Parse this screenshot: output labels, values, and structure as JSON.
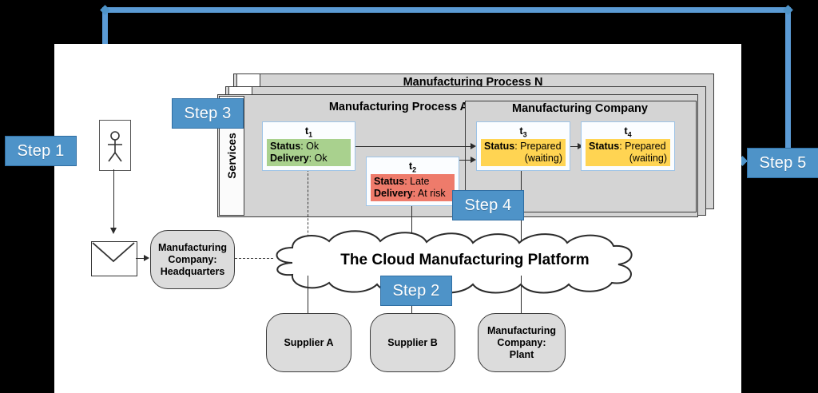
{
  "diagram": {
    "title": "Cloud Manufacturing Platform process flow",
    "colors": {
      "badge_blue": "#4e93c8",
      "badge_border": "#2f6ea3",
      "status_ok_green": "#a9d18e",
      "status_late_red": "#ee7b6b",
      "status_waiting_yellow": "#ffd452",
      "process_gray": "#d4d4d4",
      "node_gray": "#dcdcdc",
      "task_border_blue": "#9dc3e6",
      "loop_blue": "#5b9bd5"
    }
  },
  "steps": [
    {
      "id": "step1",
      "label": "Step 1"
    },
    {
      "id": "step2",
      "label": "Step 2"
    },
    {
      "id": "step3",
      "label": "Step 3"
    },
    {
      "id": "step4",
      "label": "Step 4"
    },
    {
      "id": "step5",
      "label": "Step 5"
    }
  ],
  "processes": {
    "outer_title": "Manufacturing Process N",
    "inner_title": "Manufacturing Process A",
    "company_title": "Manufacturing Company",
    "services_lane_label": "Services"
  },
  "tasks": [
    {
      "name": "t",
      "sub": "1",
      "status_key": "Status",
      "status_value": "Ok",
      "delivery_key": "Delivery",
      "delivery_value": "Ok",
      "color": "green"
    },
    {
      "name": "t",
      "sub": "2",
      "status_key": "Status",
      "status_value": "Late",
      "delivery_key": "Delivery",
      "delivery_value": "At risk",
      "color": "red"
    },
    {
      "name": "t",
      "sub": "3",
      "status_key": "Status",
      "status_value": "Prepared",
      "status_value2": "(waiting)",
      "color": "yellow"
    },
    {
      "name": "t",
      "sub": "4",
      "status_key": "Status",
      "status_value": "Prepared",
      "status_value2": "(waiting)",
      "color": "yellow"
    }
  ],
  "cloud": {
    "label": "The Cloud Manufacturing Platform"
  },
  "nodes": {
    "headquarters": {
      "line1": "Manufacturing",
      "line2": "Company:",
      "line3": "Headquarters"
    },
    "supplier_a": {
      "line1": "Supplier A"
    },
    "supplier_b": {
      "line1": "Supplier B"
    },
    "plant": {
      "line1": "Manufacturing",
      "line2": "Company:",
      "line3": "Plant"
    }
  },
  "actor": {
    "icon": "stick-figure-person-icon"
  },
  "mail": {
    "icon": "envelope-icon"
  }
}
